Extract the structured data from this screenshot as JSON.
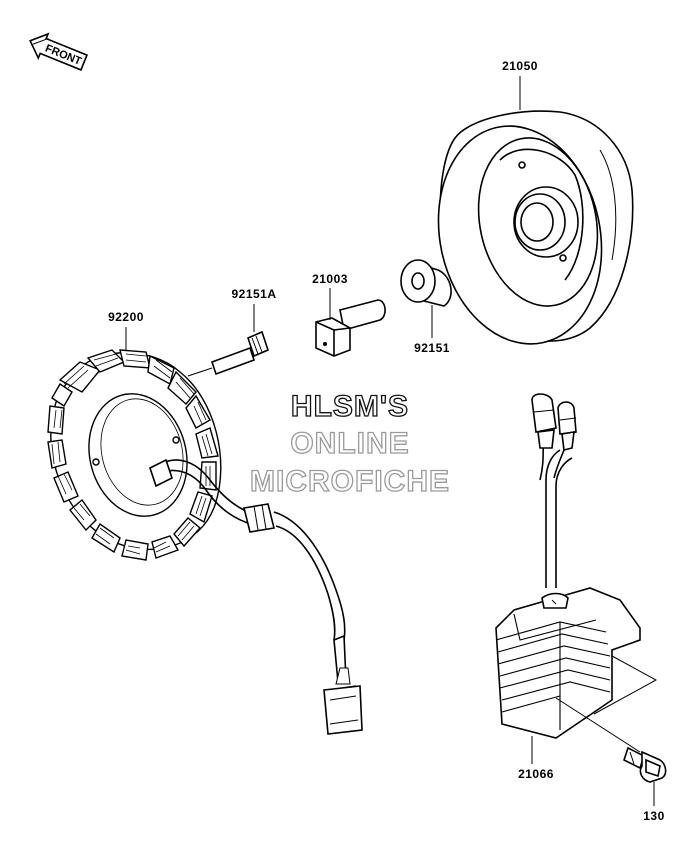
{
  "front_marker": "FRONT",
  "watermark": {
    "line1": "HLSM'S",
    "line2": "ONLINE",
    "line3": "MICROFICHE",
    "color1": "#111111",
    "color2": "#9a9a9a"
  },
  "parts": [
    {
      "id": "flywheel",
      "number": "21050"
    },
    {
      "id": "stator",
      "number": "21003"
    },
    {
      "id": "bolt-stator",
      "number": "92151"
    },
    {
      "id": "bolt-flange",
      "number": "92151A"
    },
    {
      "id": "washer",
      "number": "92200"
    },
    {
      "id": "regulator",
      "number": "21066"
    },
    {
      "id": "bolt-regulator",
      "number": "130"
    }
  ]
}
